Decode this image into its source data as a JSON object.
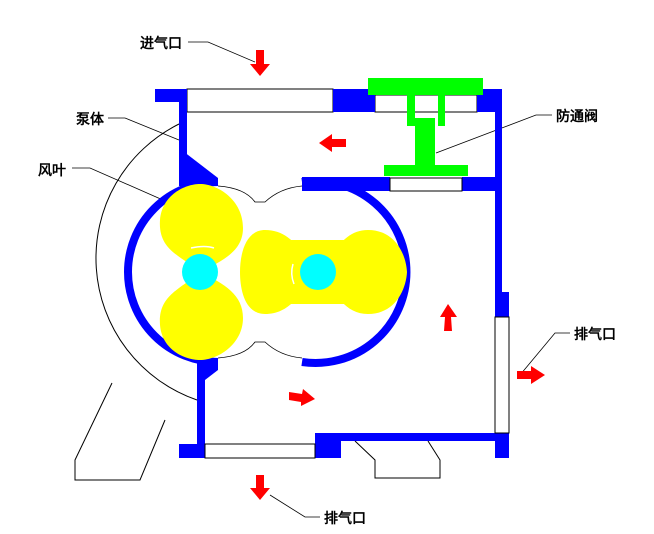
{
  "labels": {
    "inlet": "进气口",
    "pump_body": "泵体",
    "rotor": "风叶",
    "relief_valve": "防通阀",
    "outlet_right": "排气口",
    "outlet_bottom": "排气口"
  },
  "colors": {
    "casing": "#0000ff",
    "rotor": "#ffff00",
    "shaft": "#00ffff",
    "valve": "#00ff00",
    "flow_arrow": "#ff0000"
  }
}
